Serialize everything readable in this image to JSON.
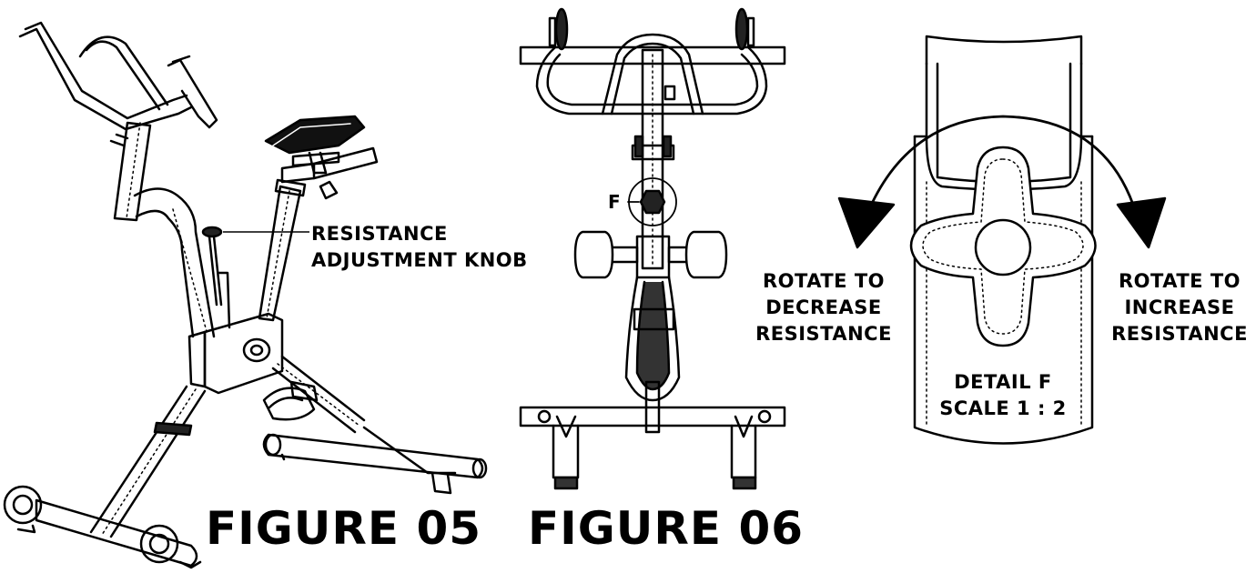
{
  "labels": {
    "resistance_knob_line1": "RESISTANCE",
    "resistance_knob_line2": "ADJUSTMENT KNOB",
    "callout_letter": "F",
    "rotate_decrease_line1": "ROTATE TO",
    "rotate_decrease_line2": "DECREASE",
    "rotate_decrease_line3": "RESISTANCE",
    "rotate_increase_line1": "ROTATE TO",
    "rotate_increase_line2": "INCREASE",
    "rotate_increase_line3": "RESISTANCE",
    "detail_line1": "DETAIL F",
    "detail_line2": "SCALE 1 : 2",
    "figure_05": "FIGURE 05",
    "figure_06": "FIGURE 06"
  }
}
